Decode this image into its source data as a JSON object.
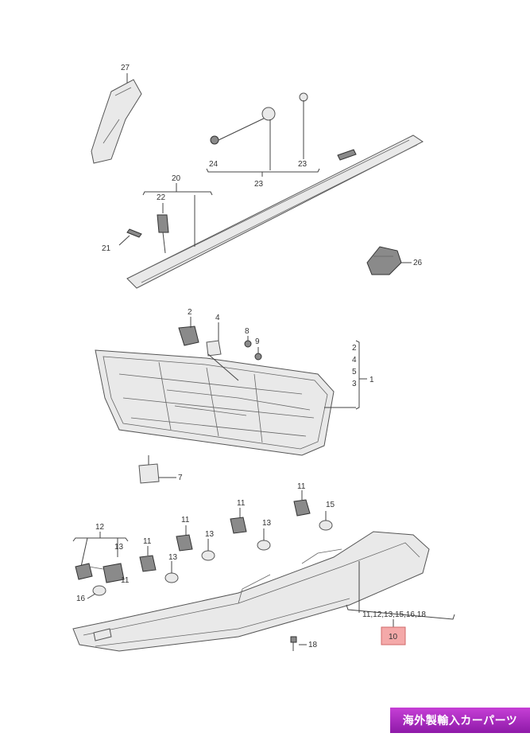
{
  "callouts": {
    "c27": "27",
    "c24": "24",
    "c23a": "23",
    "c23b": "23",
    "c20": "20",
    "c22": "22",
    "c21": "21",
    "c26": "26",
    "c2": "2",
    "c4": "4",
    "c8": "8",
    "c9": "9",
    "c7": "7",
    "r2": "2",
    "r4": "4",
    "r5": "5",
    "r3": "3",
    "r1": "1",
    "c11a": "11",
    "c15a": "15",
    "c11b": "11",
    "c13a": "13",
    "c11c": "11",
    "c13b": "13",
    "c12": "12",
    "c11d": "11",
    "c13c": "13",
    "c11e": "11",
    "c13d": "13",
    "c16": "16",
    "c18": "18",
    "c10": "10",
    "group": "11,12,13,15,16,18"
  },
  "badge": {
    "text": "海外製輸入カーパーツ"
  }
}
